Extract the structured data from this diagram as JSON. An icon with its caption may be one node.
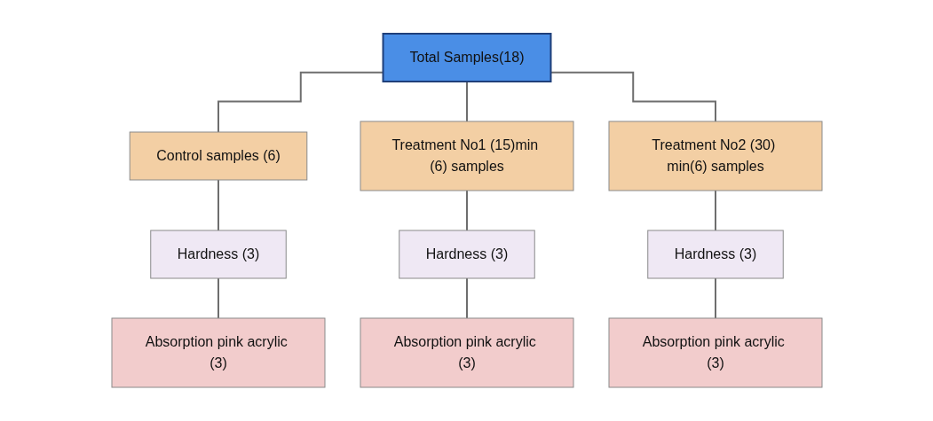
{
  "diagram": {
    "nodes": [
      {
        "text": [
          "Total Samples(18)"
        ]
      },
      {
        "text": [
          "Control samples (6)"
        ]
      },
      {
        "text": [
          "Treatment No1 (15)min (6) samples"
        ]
      },
      {
        "text": [
          "Treatment No2 (30) min(6) samples"
        ]
      },
      {
        "text": [
          "Hardness (3)"
        ]
      },
      {
        "text": [
          "Hardness (3)"
        ]
      },
      {
        "text": [
          "Hardness (3)"
        ]
      },
      {
        "text": [
          "Absorption pink acrylic (3)"
        ]
      },
      {
        "text": [
          "Absorption pink acrylic (3)"
        ]
      },
      {
        "text": [
          "Absorption pink acrylic (3)"
        ]
      }
    ],
    "edges": [
      {
        "from": 0,
        "to": 1,
        "arrow": "none"
      },
      {
        "from": 0,
        "to": 2,
        "arrow": "none"
      },
      {
        "from": 0,
        "to": 3,
        "arrow": "none"
      },
      {
        "from": 1,
        "to": 4,
        "arrow": "none"
      },
      {
        "from": 2,
        "to": 5,
        "arrow": "none"
      },
      {
        "from": 3,
        "to": 6,
        "arrow": "none"
      },
      {
        "from": 4,
        "to": 7,
        "arrow": "none"
      },
      {
        "from": 5,
        "to": 8,
        "arrow": "none"
      },
      {
        "from": 6,
        "to": 9,
        "arrow": "none"
      }
    ]
  }
}
